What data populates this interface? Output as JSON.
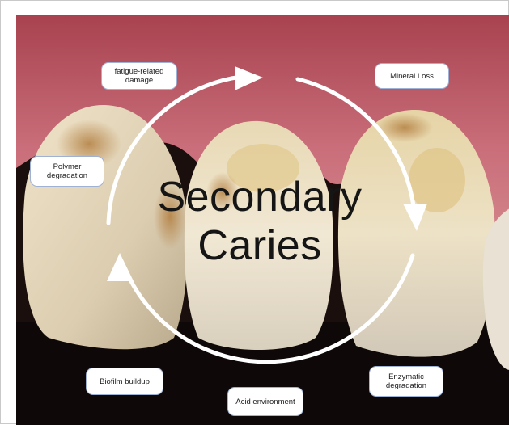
{
  "diagram": {
    "title_line1": "Secondary",
    "title_line2": "Caries",
    "cycle_stages": [
      {
        "id": "fatigue",
        "text": "fatigue-related damage"
      },
      {
        "id": "mineral",
        "text": "Mineral Loss"
      },
      {
        "id": "enzymatic",
        "text": "Enzymatic degradation"
      },
      {
        "id": "acid",
        "text": "Acid environment"
      },
      {
        "id": "biofilm",
        "text": "Biofilm buildup"
      },
      {
        "id": "polymer",
        "text": "Polymer degradation"
      }
    ],
    "colors": {
      "arrow": "#ffffff",
      "label_border": "#9fb2d6",
      "title": "#151515"
    }
  }
}
